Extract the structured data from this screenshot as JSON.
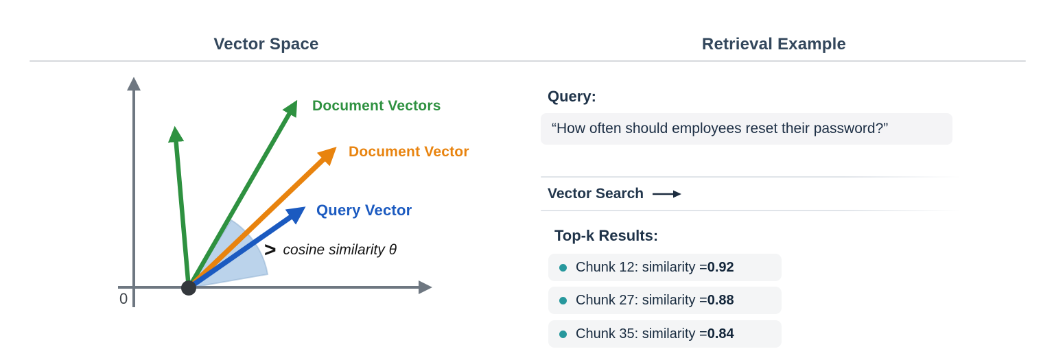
{
  "left_panel": {
    "title": "Vector Space",
    "origin_label": "0",
    "vector_labels": {
      "document_vectors": "Document Vectors",
      "document_vector": "Document Vector",
      "query_vector": "Query Vector"
    },
    "angle_annotation": {
      "symbol": ">",
      "text": "cosine similarity θ"
    }
  },
  "right_panel": {
    "title": "Retrieval Example",
    "query_label": "Query:",
    "query_text": "“How often should employees reset their password?”",
    "vector_search_label": "Vector Search",
    "topk_label": "Top-k Results:",
    "results": [
      {
        "text": "Chunk 12: similarity = ",
        "value": "0.92"
      },
      {
        "text": "Chunk 27: similarity = ",
        "value": "0.88"
      },
      {
        "text": "Chunk 35: similarity = ",
        "value": "0.84"
      }
    ]
  },
  "icons": {
    "vector_search_arrow": "long-right-arrow-icon",
    "result_bullet": "dot-icon"
  },
  "colors": {
    "document_vectors_green": "#2e9140",
    "document_vector_orange": "#e8830e",
    "query_vector_blue": "#1b5ac0",
    "axis_gray": "#6e7781",
    "origin_dot": "#34383d",
    "angle_wedge_fill": "#b5cfe9",
    "result_bullet_teal": "#27989d",
    "heading_navy": "#33475c",
    "box_background": "#f4f4f6",
    "divider_gray": "#d6d9dd"
  }
}
